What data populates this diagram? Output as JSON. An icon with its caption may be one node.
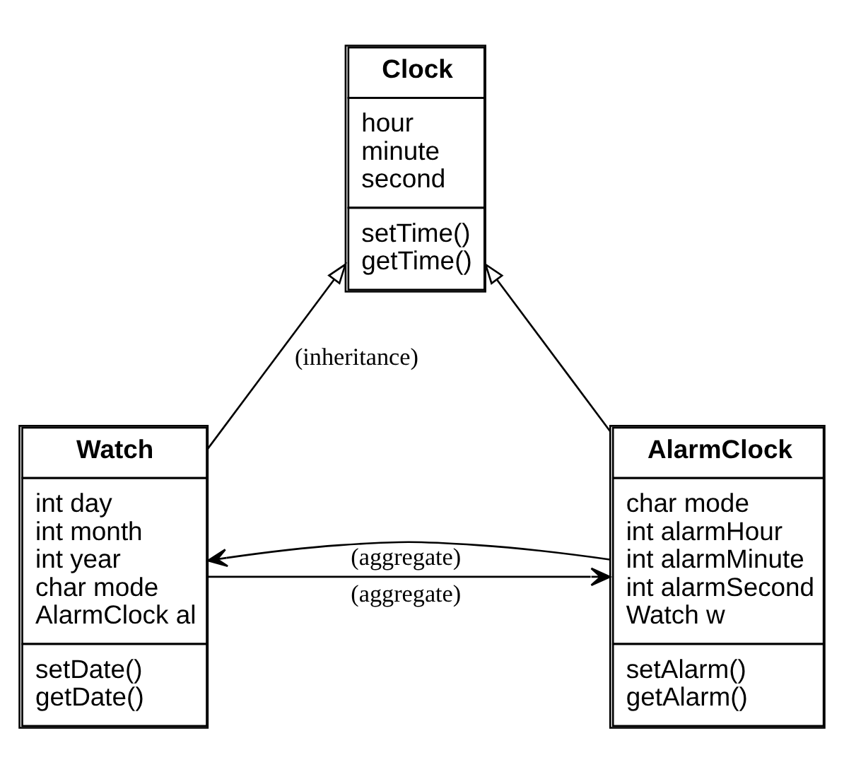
{
  "diagram": {
    "nodes": [
      {
        "text": [
          "Clock",
          "hour",
          "minute",
          "second",
          "setTime()",
          "getTime()"
        ]
      },
      {
        "text": [
          "Watch",
          "int day",
          "int month",
          "int year",
          "char mode",
          "AlarmClock al",
          "setDate()",
          "getDate()"
        ]
      },
      {
        "text": [
          "AlarmClock",
          "char mode",
          "int alarmHour",
          "int alarmMinute",
          "int alarmSecond",
          "Watch w",
          "setAlarm()",
          "getAlarm()"
        ]
      }
    ],
    "edges": [
      {
        "from": 1,
        "to": 0,
        "arrow": "to",
        "label": "(inheritance)"
      },
      {
        "from": 2,
        "to": 0,
        "arrow": "to"
      },
      {
        "from": 1,
        "to": 2,
        "arrow": "to",
        "label": "(aggregate)"
      },
      {
        "from": 2,
        "to": 1,
        "arrow": "to",
        "label": "(aggregate)"
      }
    ]
  }
}
